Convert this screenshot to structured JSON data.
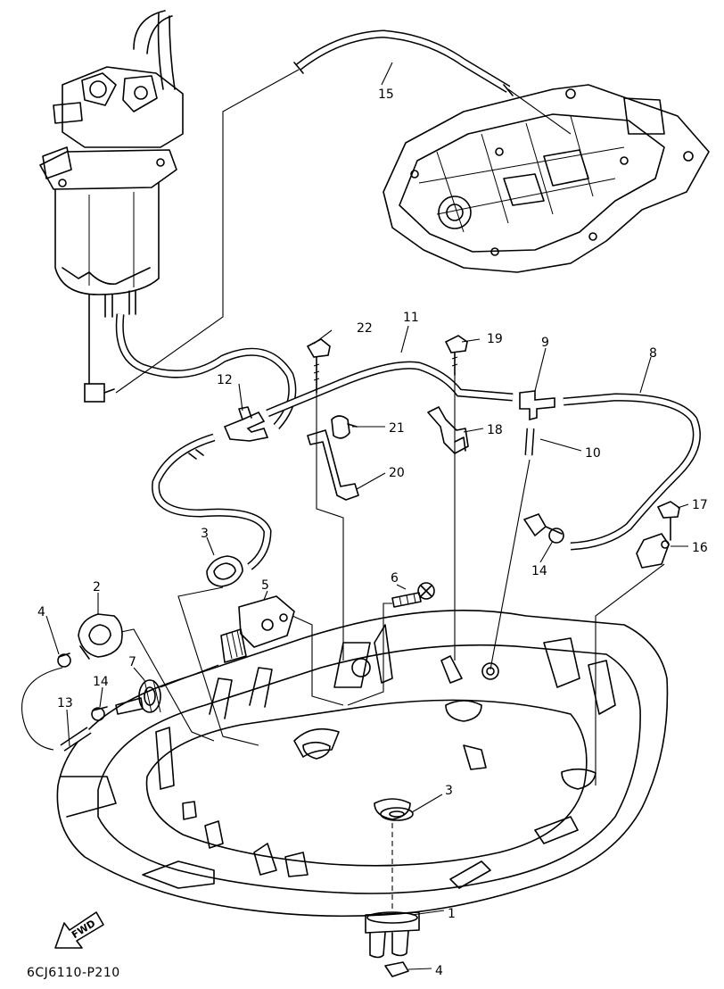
{
  "drawing_code": "6CJ6110-P210",
  "fwd_label": "FWD",
  "callouts": {
    "c1": "1",
    "c2": "2",
    "c3a": "3",
    "c3b": "3",
    "c4a": "4",
    "c4b": "4",
    "c5": "5",
    "c6": "6",
    "c7": "7",
    "c8": "8",
    "c9": "9",
    "c10": "10",
    "c11": "11",
    "c12": "12",
    "c13": "13",
    "c14a": "14",
    "c14b": "14",
    "c15": "15",
    "c16": "16",
    "c17": "17",
    "c18": "18",
    "c19": "19",
    "c20": "20",
    "c21": "21",
    "c22": "22"
  }
}
